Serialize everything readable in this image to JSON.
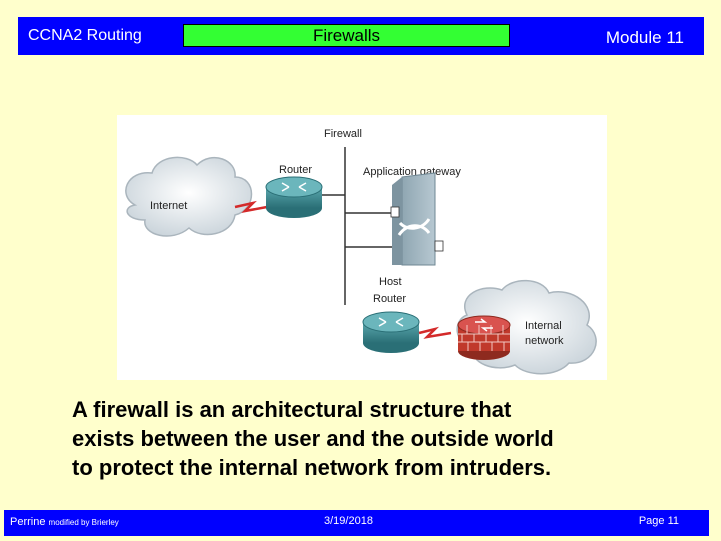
{
  "header": {
    "course": "CCNA2 Routing",
    "title": "Firewalls",
    "module": "Module 11"
  },
  "diagram": {
    "labels": {
      "firewall": "Firewall",
      "router": "Router",
      "app_gateway": "Application gateway",
      "internet": "Internet",
      "host": "Host",
      "host_router": "Router",
      "internal1": "Internal",
      "internal2": "network"
    }
  },
  "body": {
    "line1": "A firewall is an architectural structure that",
    "line2": "exists between the user and the outside world",
    "line3": "to protect the internal network from intruders."
  },
  "footer": {
    "author": "Perrine",
    "modified": "modified by Brierley",
    "date": "3/19/2018",
    "page": "Page 11"
  },
  "colors": {
    "background": "#ffffcc",
    "bar": "#0000ff",
    "title_box": "#33ff33",
    "link": "#d42a2a",
    "router": "#3a8f96",
    "gateway": "#9fb4bf",
    "wall": "#c0392b"
  }
}
